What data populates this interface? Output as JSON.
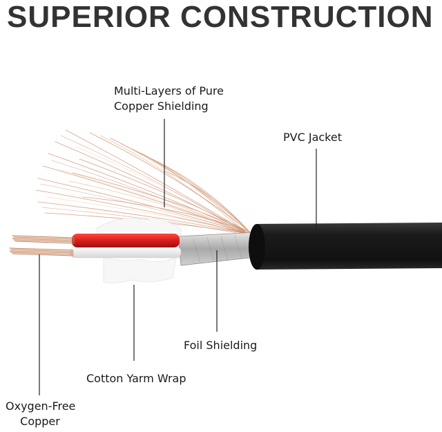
{
  "title": "SUPERIOR CONSTRUCTION",
  "labels": {
    "shielding_line1": "Multi-Layers of Pure",
    "shielding_line2": "Copper Shielding",
    "pvc_jacket": "PVC Jacket",
    "foil_shielding": "Foil Shielding",
    "cotton_wrap": "Cotton Yarm Wrap",
    "conductor_line1": "Oxygen-Free",
    "conductor_line2": "Copper"
  },
  "colors": {
    "jacket": "#1b1b1b",
    "copper": "#c9835a",
    "red_insulation": "#d81e1e",
    "white_insulation": "#f4f4f4",
    "foil": "#b9b9b9",
    "leader_line": "#222222"
  }
}
